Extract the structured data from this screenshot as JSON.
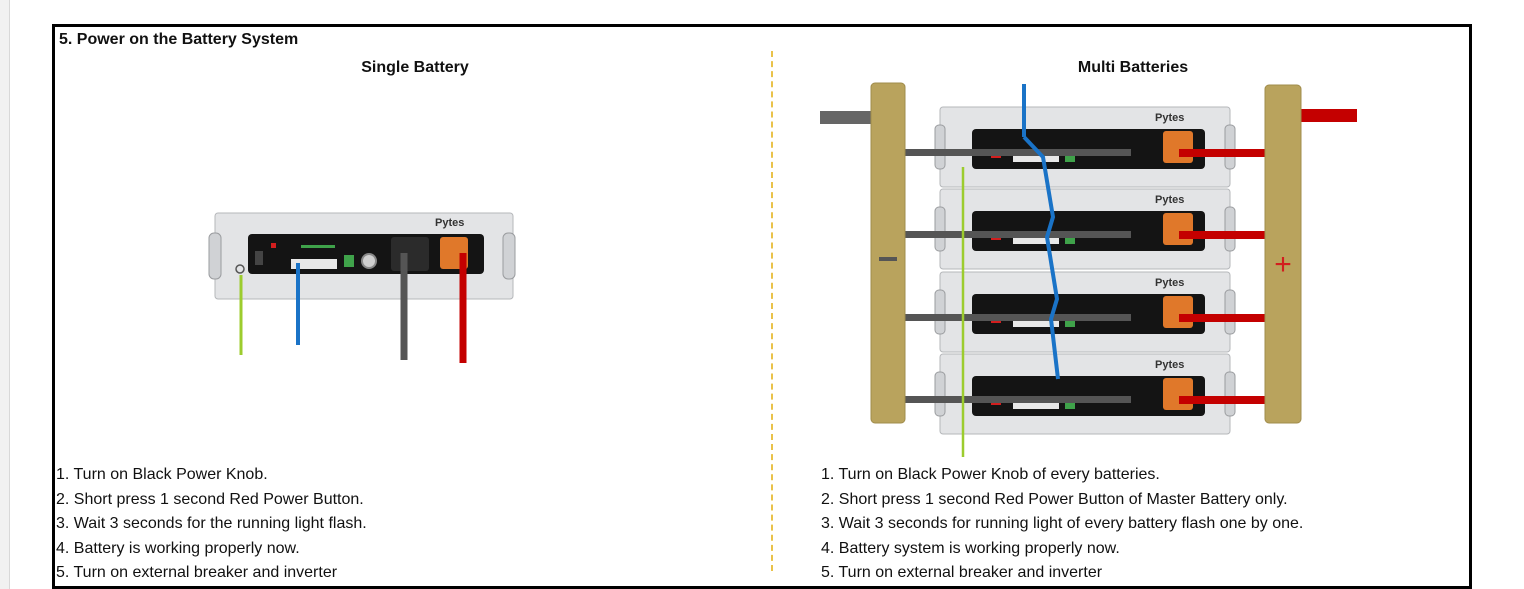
{
  "section_title": "5. Power on the Battery System",
  "single": {
    "title": "Single Battery",
    "steps": [
      "1. Turn on Black Power Knob.",
      "2. Short press 1 second Red Power Button.",
      "3. Wait 3 seconds for the running light flash.",
      "4. Battery is working properly now.",
      "5. Turn on external breaker and inverter"
    ]
  },
  "multi": {
    "title": "Multi Batteries",
    "steps": [
      "1. Turn on Black Power Knob of every batteries.",
      "2. Short press 1 second Red Power Button of Master Battery only.",
      "3. Wait 3 seconds for running light of every battery flash one by one.",
      "4. Battery system is working properly now.",
      "5. Turn on external breaker and inverter"
    ]
  },
  "battery_logo": "Pytes",
  "busbar_labels": {
    "negative": "−",
    "positive": "+"
  },
  "colors": {
    "ground": "#9ccc2e",
    "communication": "#1a73c7",
    "negative_cable": "#555555",
    "positive_cable": "#c40000",
    "busbar": "#b9a35d",
    "terminal": "#e0782a"
  }
}
